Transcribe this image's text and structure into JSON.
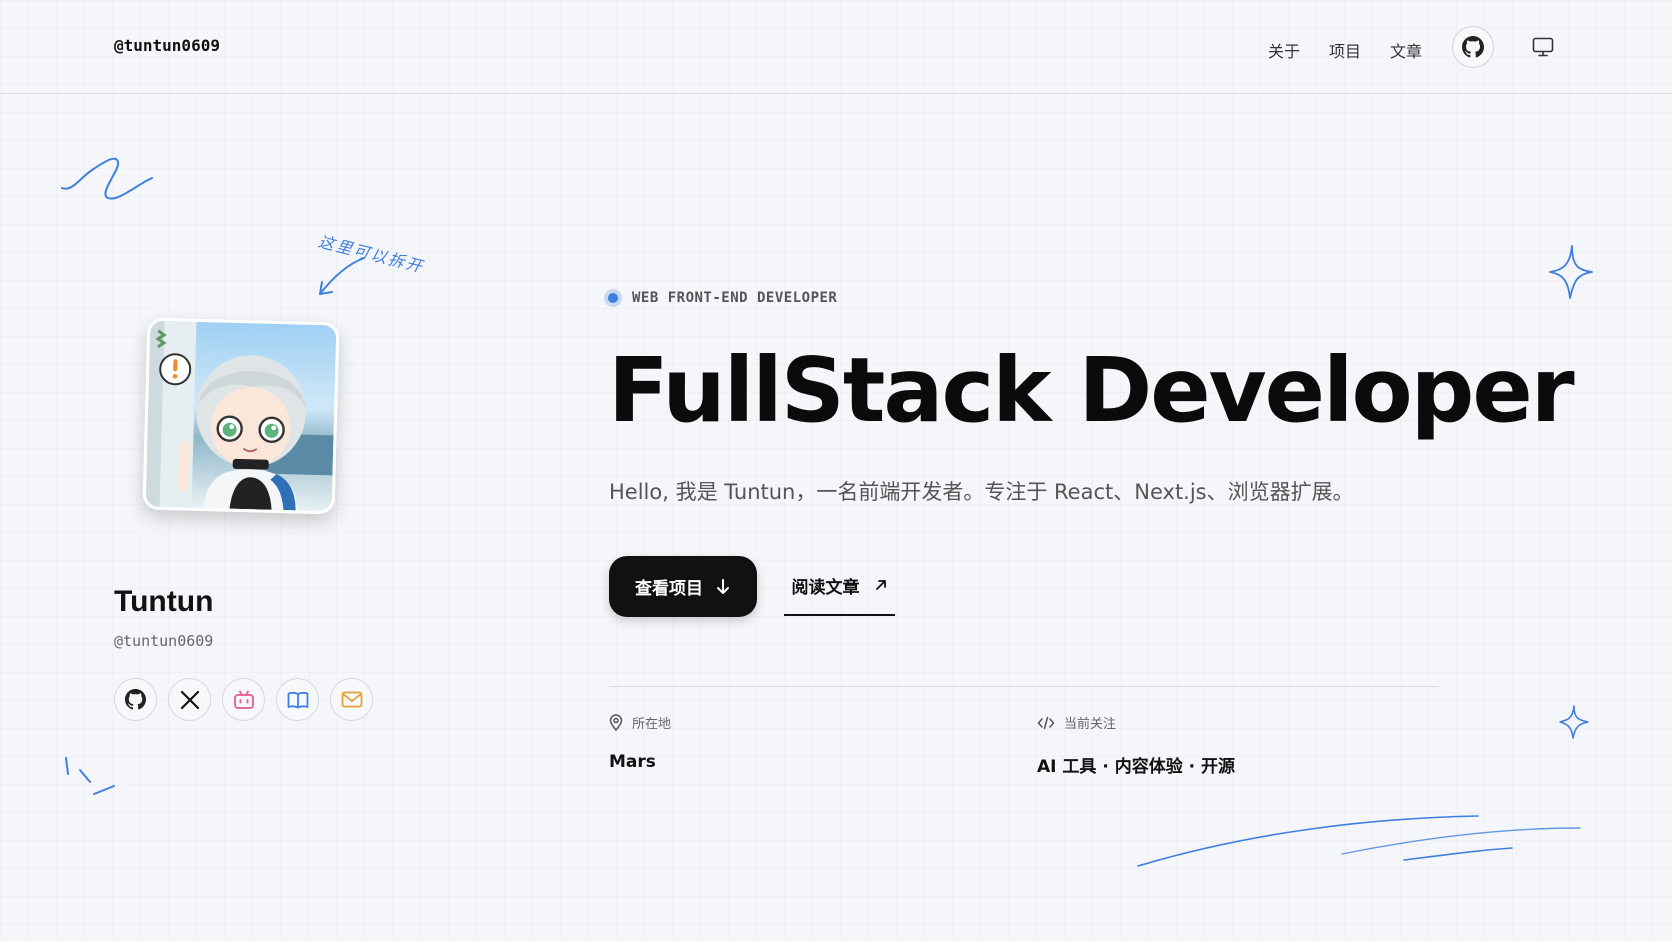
{
  "header": {
    "brand": "@tuntun0609",
    "nav": [
      {
        "label": "关于"
      },
      {
        "label": "项目"
      },
      {
        "label": "文章"
      }
    ],
    "icons": {
      "github": "github-icon",
      "theme": "monitor-icon"
    }
  },
  "profile": {
    "note": "这里可以拆开",
    "name": "Tuntun",
    "handle": "@tuntun0609",
    "socials": [
      {
        "icon": "github-icon"
      },
      {
        "icon": "x-icon"
      },
      {
        "icon": "bilibili-icon"
      },
      {
        "icon": "book-icon"
      },
      {
        "icon": "mail-icon"
      }
    ]
  },
  "hero": {
    "badge": "WEB FRONT-END DEVELOPER",
    "title": "FullStack Developer",
    "subtitle": "Hello, 我是 Tuntun，一名前端开发者。专注于 React、Next.js、浏览器扩展。",
    "primary_button": "查看项目",
    "secondary_link": "阅读文章"
  },
  "info": {
    "location_label": "所在地",
    "location_value": "Mars",
    "focus_label": "当前关注",
    "focus_value": "AI 工具 · 内容体验 · 开源"
  },
  "colors": {
    "accent": "#3f7fe0",
    "background": "#f5f6f9",
    "primary_button": "#111111",
    "bilibili": "#e9679c",
    "mail": "#e3a43b"
  }
}
